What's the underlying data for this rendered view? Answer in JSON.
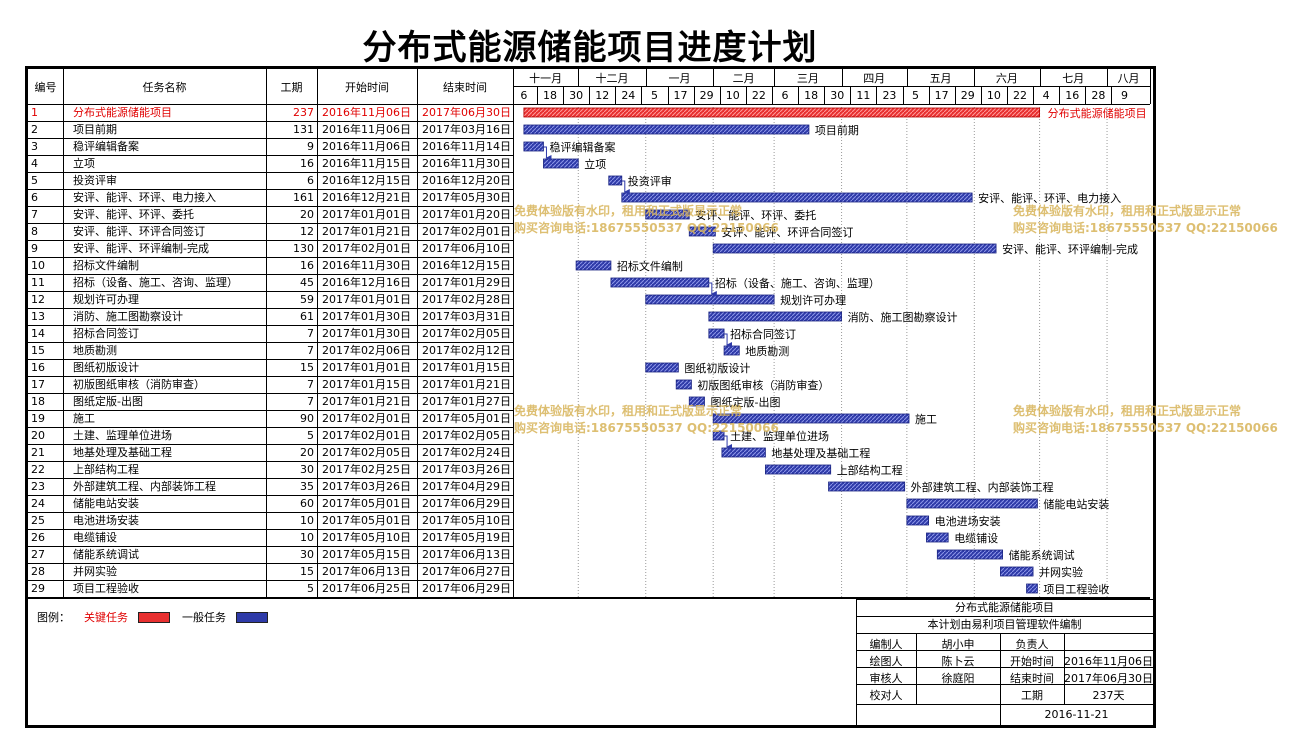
{
  "title": "分布式能源储能项目进度计划",
  "colors": {
    "critical": "#e83030",
    "normal": "#2e3aa8",
    "critical_text": "#e00000"
  },
  "headers": {
    "id": "编号",
    "name": "任务名称",
    "duration": "工期",
    "start": "开始时间",
    "end": "结束时间"
  },
  "months": [
    "十一月",
    "十二月",
    "一月",
    "二月",
    "三月",
    "四月",
    "五月",
    "六月",
    "七月",
    "八月"
  ],
  "days": [
    "6",
    "18",
    "30",
    "12",
    "24",
    "5",
    "17",
    "29",
    "10",
    "22",
    "6",
    "18",
    "30",
    "11",
    "23",
    "5",
    "17",
    "29",
    "10",
    "22",
    "4",
    "16",
    "28",
    "9"
  ],
  "chart_data": {
    "type": "gantt",
    "title": "分布式能源储能项目进度计划",
    "time_range": [
      "2016-11-01",
      "2017-08-14"
    ],
    "tasks": [
      {
        "id": "1",
        "name": "分布式能源储能项目",
        "duration": "237",
        "start": "2016年11月06日",
        "end": "2017年06月30日",
        "s": "2016-11-06",
        "e": "2017-06-30",
        "critical": true
      },
      {
        "id": "2",
        "name": "项目前期",
        "duration": "131",
        "start": "2016年11月06日",
        "end": "2017年03月16日",
        "s": "2016-11-06",
        "e": "2017-03-16"
      },
      {
        "id": "3",
        "name": "稳评编辑备案",
        "duration": "9",
        "start": "2016年11月06日",
        "end": "2016年11月14日",
        "s": "2016-11-06",
        "e": "2016-11-14"
      },
      {
        "id": "4",
        "name": "立项",
        "duration": "16",
        "start": "2016年11月15日",
        "end": "2016年11月30日",
        "s": "2016-11-15",
        "e": "2016-11-30"
      },
      {
        "id": "5",
        "name": "投资评审",
        "duration": "6",
        "start": "2016年12月15日",
        "end": "2016年12月20日",
        "s": "2016-12-15",
        "e": "2016-12-20"
      },
      {
        "id": "6",
        "name": "安评、能评、环评、电力接入",
        "duration": "161",
        "start": "2016年12月21日",
        "end": "2017年05月30日",
        "s": "2016-12-21",
        "e": "2017-05-30"
      },
      {
        "id": "7",
        "name": "安评、能评、环评、委托",
        "duration": "20",
        "start": "2017年01月01日",
        "end": "2017年01月20日",
        "s": "2017-01-01",
        "e": "2017-01-20"
      },
      {
        "id": "8",
        "name": "安评、能评、环评合同签订",
        "duration": "12",
        "start": "2017年01月21日",
        "end": "2017年02月01日",
        "s": "2017-01-21",
        "e": "2017-02-01"
      },
      {
        "id": "9",
        "name": "安评、能评、环评编制-完成",
        "duration": "130",
        "start": "2017年02月01日",
        "end": "2017年06月10日",
        "s": "2017-02-01",
        "e": "2017-06-10"
      },
      {
        "id": "10",
        "name": "招标文件编制",
        "duration": "16",
        "start": "2016年11月30日",
        "end": "2016年12月15日",
        "s": "2016-11-30",
        "e": "2016-12-15"
      },
      {
        "id": "11",
        "name": "招标（设备、施工、咨询、监理）",
        "duration": "45",
        "start": "2016年12月16日",
        "end": "2017年01月29日",
        "s": "2016-12-16",
        "e": "2017-01-29"
      },
      {
        "id": "12",
        "name": "规划许可办理",
        "duration": "59",
        "start": "2017年01月01日",
        "end": "2017年02月28日",
        "s": "2017-01-01",
        "e": "2017-02-28"
      },
      {
        "id": "13",
        "name": "消防、施工图勘察设计",
        "duration": "61",
        "start": "2017年01月30日",
        "end": "2017年03月31日",
        "s": "2017-01-30",
        "e": "2017-03-31"
      },
      {
        "id": "14",
        "name": "招标合同签订",
        "duration": "7",
        "start": "2017年01月30日",
        "end": "2017年02月05日",
        "s": "2017-01-30",
        "e": "2017-02-05"
      },
      {
        "id": "15",
        "name": "地质勘测",
        "duration": "7",
        "start": "2017年02月06日",
        "end": "2017年02月12日",
        "s": "2017-02-06",
        "e": "2017-02-12"
      },
      {
        "id": "16",
        "name": "图纸初版设计",
        "duration": "15",
        "start": "2017年01月01日",
        "end": "2017年01月15日",
        "s": "2017-01-01",
        "e": "2017-01-15"
      },
      {
        "id": "17",
        "name": "初版图纸审核（消防审查）",
        "duration": "7",
        "start": "2017年01月15日",
        "end": "2017年01月21日",
        "s": "2017-01-15",
        "e": "2017-01-21"
      },
      {
        "id": "18",
        "name": "图纸定版-出图",
        "duration": "7",
        "start": "2017年01月21日",
        "end": "2017年01月27日",
        "s": "2017-01-21",
        "e": "2017-01-27"
      },
      {
        "id": "19",
        "name": "施工",
        "duration": "90",
        "start": "2017年02月01日",
        "end": "2017年05月01日",
        "s": "2017-02-01",
        "e": "2017-05-01"
      },
      {
        "id": "20",
        "name": "土建、监理单位进场",
        "duration": "5",
        "start": "2017年02月01日",
        "end": "2017年02月05日",
        "s": "2017-02-01",
        "e": "2017-02-05"
      },
      {
        "id": "21",
        "name": "地基处理及基础工程",
        "duration": "20",
        "start": "2017年02月05日",
        "end": "2017年02月24日",
        "s": "2017-02-05",
        "e": "2017-02-24"
      },
      {
        "id": "22",
        "name": "上部结构工程",
        "duration": "30",
        "start": "2017年02月25日",
        "end": "2017年03月26日",
        "s": "2017-02-25",
        "e": "2017-03-26"
      },
      {
        "id": "23",
        "name": "外部建筑工程、内部装饰工程",
        "duration": "35",
        "start": "2017年03月26日",
        "end": "2017年04月29日",
        "s": "2017-03-26",
        "e": "2017-04-29"
      },
      {
        "id": "24",
        "name": "储能电站安装",
        "duration": "60",
        "start": "2017年05月01日",
        "end": "2017年06月29日",
        "s": "2017-05-01",
        "e": "2017-06-29"
      },
      {
        "id": "25",
        "name": "电池进场安装",
        "duration": "10",
        "start": "2017年05月01日",
        "end": "2017年05月10日",
        "s": "2017-05-01",
        "e": "2017-05-10"
      },
      {
        "id": "26",
        "name": "电缆铺设",
        "duration": "10",
        "start": "2017年05月10日",
        "end": "2017年05月19日",
        "s": "2017-05-10",
        "e": "2017-05-19"
      },
      {
        "id": "27",
        "name": "储能系统调试",
        "duration": "30",
        "start": "2017年05月15日",
        "end": "2017年06月13日",
        "s": "2017-05-15",
        "e": "2017-06-13"
      },
      {
        "id": "28",
        "name": "并网实验",
        "duration": "15",
        "start": "2017年06月13日",
        "end": "2017年06月27日",
        "s": "2017-06-13",
        "e": "2017-06-27"
      },
      {
        "id": "29",
        "name": "项目工程验收",
        "duration": "5",
        "start": "2017年06月25日",
        "end": "2017年06月29日",
        "s": "2017-06-25",
        "e": "2017-06-29"
      }
    ]
  },
  "legend": {
    "label": "图例：",
    "critical": "关键任务",
    "normal": "一般任务"
  },
  "watermark": {
    "line1": "免费体验版有水印，租用和正式版显示正常",
    "line2": "购买咨询电话:18675550537 QQ:22150066"
  },
  "info": {
    "project": "分布式能源储能项目",
    "software": "本计划由易利项目管理软件编制",
    "editor_label": "编制人",
    "editor": "胡小申",
    "owner_label": "负责人",
    "owner": "",
    "drawer_label": "绘图人",
    "drawer": "陈卜云",
    "start_label": "开始时间",
    "start": "2016年11月06日",
    "reviewer_label": "审核人",
    "reviewer": "徐庭阳",
    "end_label": "结束时间",
    "end": "2017年06月30日",
    "checker_label": "校对人",
    "checker": "",
    "duration_label": "工期",
    "duration": "237天",
    "date": "2016-11-21"
  }
}
